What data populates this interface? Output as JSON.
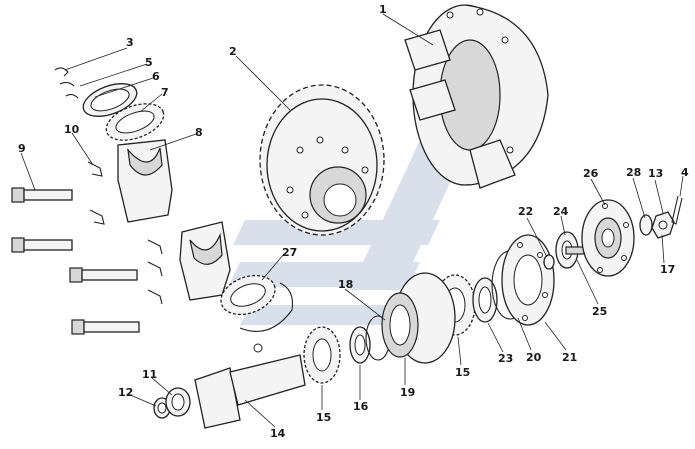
{
  "callouts": {
    "c1": "1",
    "c2": "2",
    "c3": "3",
    "c4": "4",
    "c5": "5",
    "c6": "6",
    "c7": "7",
    "c8": "8",
    "c9": "9",
    "c10": "10",
    "c11": "11",
    "c12": "12",
    "c13": "13",
    "c14": "14",
    "c15a": "15",
    "c15b": "15",
    "c16": "16",
    "c17": "17",
    "c18": "18",
    "c19": "19",
    "c20": "20",
    "c21": "21",
    "c22": "22",
    "c23": "23",
    "c24": "24",
    "c25": "25",
    "c26": "26",
    "c27": "27",
    "c28": "28"
  },
  "colors": {
    "line": "#222222",
    "watermark": "#b7c7db",
    "background": "#ffffff"
  }
}
